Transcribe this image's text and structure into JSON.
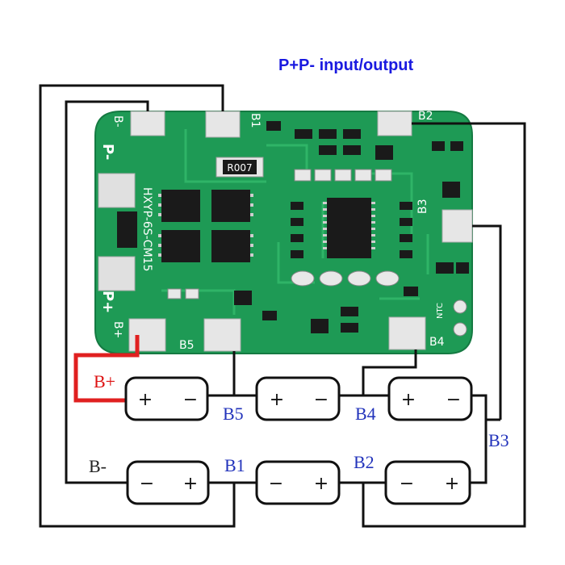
{
  "title": "P+P-  input/output",
  "board": {
    "silk_model": "HXYP-6S-CM15",
    "silk_p_minus": "P-",
    "silk_p_plus": "P+",
    "silk_b_minus": "B-",
    "silk_b_plus": "B+",
    "silk_b1": "B1",
    "silk_b2": "B2",
    "silk_b3": "B3",
    "silk_b4": "B4",
    "silk_b5": "B5",
    "silk_ntc": "NTC",
    "resistor_code": "R007",
    "colors": {
      "pcb": "#1e9a55",
      "pad": "#e6e6e6",
      "wire": "#111111",
      "positive_wire": "#e02020"
    }
  },
  "labels": {
    "b_plus": "B+",
    "b_minus": "B-",
    "b1": "B1",
    "b2": "B2",
    "b3": "B3",
    "b4": "B4",
    "b5": "B5"
  },
  "cells": {
    "plus": "+",
    "minus": "−"
  }
}
